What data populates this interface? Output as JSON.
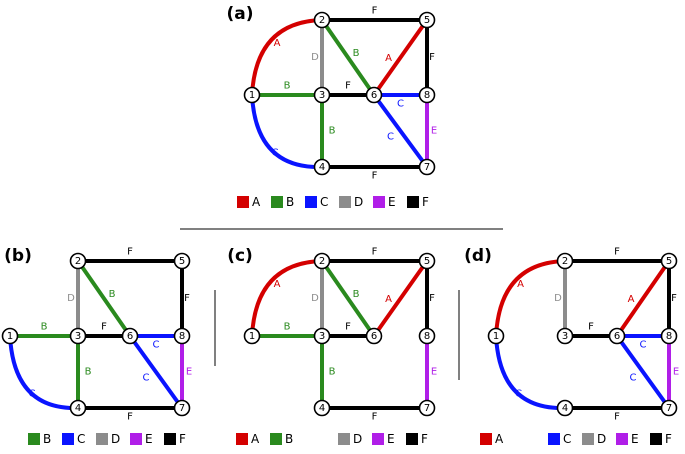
{
  "colors": {
    "A": "#d40000",
    "B": "#2a8a1e",
    "C": "#0a14ff",
    "D": "#8c8c8c",
    "E": "#b01ee8",
    "F": "#000000"
  },
  "panels": [
    {
      "label": "(a)",
      "nodes": [
        "1",
        "2",
        "3",
        "4",
        "5",
        "6",
        "7",
        "8"
      ],
      "edges": [
        {
          "from": "1",
          "to": "2",
          "line": "A"
        },
        {
          "from": "6",
          "to": "5",
          "line": "A"
        },
        {
          "from": "1",
          "to": "3",
          "line": "B"
        },
        {
          "from": "2",
          "to": "6",
          "line": "B"
        },
        {
          "from": "3",
          "to": "4",
          "line": "B"
        },
        {
          "from": "1",
          "to": "4",
          "line": "C"
        },
        {
          "from": "6",
          "to": "8",
          "line": "C"
        },
        {
          "from": "6",
          "to": "7",
          "line": "C"
        },
        {
          "from": "2",
          "to": "3",
          "line": "D"
        },
        {
          "from": "8",
          "to": "7",
          "line": "E"
        },
        {
          "from": "2",
          "to": "5",
          "line": "F"
        },
        {
          "from": "3",
          "to": "6",
          "line": "F"
        },
        {
          "from": "5",
          "to": "8",
          "line": "F"
        },
        {
          "from": "4",
          "to": "7",
          "line": "F"
        }
      ],
      "legend": [
        "A",
        "B",
        "C",
        "D",
        "E",
        "F"
      ]
    },
    {
      "label": "(b)",
      "nodes": [
        "1",
        "2",
        "3",
        "4",
        "5",
        "6",
        "7",
        "8"
      ],
      "edges": [
        {
          "from": "1",
          "to": "3",
          "line": "B"
        },
        {
          "from": "2",
          "to": "6",
          "line": "B"
        },
        {
          "from": "3",
          "to": "4",
          "line": "B"
        },
        {
          "from": "1",
          "to": "4",
          "line": "C"
        },
        {
          "from": "6",
          "to": "8",
          "line": "C"
        },
        {
          "from": "6",
          "to": "7",
          "line": "C"
        },
        {
          "from": "2",
          "to": "3",
          "line": "D"
        },
        {
          "from": "8",
          "to": "7",
          "line": "E"
        },
        {
          "from": "2",
          "to": "5",
          "line": "F"
        },
        {
          "from": "3",
          "to": "6",
          "line": "F"
        },
        {
          "from": "5",
          "to": "8",
          "line": "F"
        },
        {
          "from": "4",
          "to": "7",
          "line": "F"
        }
      ],
      "legend": [
        "B",
        "C",
        "D",
        "E",
        "F"
      ]
    },
    {
      "label": "(c)",
      "nodes": [
        "1",
        "2",
        "3",
        "4",
        "5",
        "6",
        "7",
        "8"
      ],
      "edges": [
        {
          "from": "1",
          "to": "2",
          "line": "A"
        },
        {
          "from": "6",
          "to": "5",
          "line": "A"
        },
        {
          "from": "1",
          "to": "3",
          "line": "B"
        },
        {
          "from": "2",
          "to": "6",
          "line": "B"
        },
        {
          "from": "3",
          "to": "4",
          "line": "B"
        },
        {
          "from": "2",
          "to": "3",
          "line": "D"
        },
        {
          "from": "8",
          "to": "7",
          "line": "E"
        },
        {
          "from": "2",
          "to": "5",
          "line": "F"
        },
        {
          "from": "3",
          "to": "6",
          "line": "F"
        },
        {
          "from": "5",
          "to": "8",
          "line": "F"
        },
        {
          "from": "4",
          "to": "7",
          "line": "F"
        }
      ],
      "legend": [
        "A",
        "B",
        "D",
        "E",
        "F"
      ]
    },
    {
      "label": "(d)",
      "nodes": [
        "1",
        "2",
        "3",
        "4",
        "5",
        "6",
        "7",
        "8"
      ],
      "edges": [
        {
          "from": "1",
          "to": "2",
          "line": "A"
        },
        {
          "from": "6",
          "to": "5",
          "line": "A"
        },
        {
          "from": "1",
          "to": "4",
          "line": "C"
        },
        {
          "from": "6",
          "to": "8",
          "line": "C"
        },
        {
          "from": "6",
          "to": "7",
          "line": "C"
        },
        {
          "from": "2",
          "to": "3",
          "line": "D"
        },
        {
          "from": "8",
          "to": "7",
          "line": "E"
        },
        {
          "from": "2",
          "to": "5",
          "line": "F"
        },
        {
          "from": "3",
          "to": "6",
          "line": "F"
        },
        {
          "from": "5",
          "to": "8",
          "line": "F"
        },
        {
          "from": "4",
          "to": "7",
          "line": "F"
        }
      ],
      "legend": [
        "A",
        "C",
        "D",
        "E",
        "F"
      ]
    }
  ]
}
